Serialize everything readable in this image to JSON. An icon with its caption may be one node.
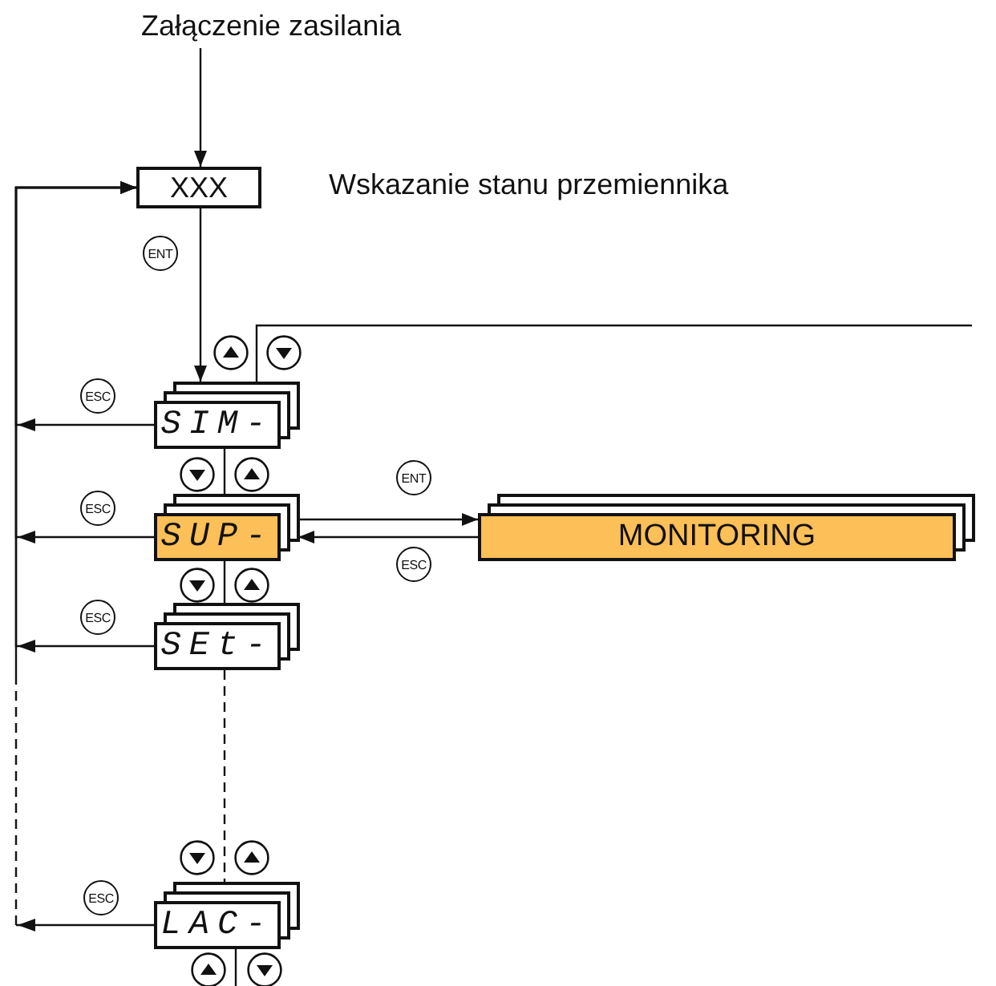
{
  "diagram": {
    "nodes": [
      {
        "text": [
          "Załączenie zasilania"
        ]
      },
      {
        "text": [
          "XXX"
        ],
        "beside": [
          "Wskazanie stanu przemiennika"
        ]
      },
      {
        "text": [
          "SIM-"
        ]
      },
      {
        "text": [
          "SUP-"
        ]
      },
      {
        "text": [
          "MONITORING"
        ]
      },
      {
        "text": [
          "SEt-"
        ]
      },
      {
        "text": [
          "LAC-"
        ]
      }
    ],
    "edges": [
      {
        "from": 0,
        "to": 1,
        "arrow": "to"
      },
      {
        "from": 1,
        "to": 2,
        "arrow": "to",
        "label": "ENT"
      },
      {
        "from": 2,
        "to": 3,
        "arrow": "none"
      },
      {
        "from": 3,
        "to": 5,
        "arrow": "none"
      },
      {
        "from": 5,
        "to": 6,
        "arrow": "none",
        "style": "dashed"
      },
      {
        "from": 2,
        "to": null,
        "arrow": "none"
      },
      {
        "from": 6,
        "to": null,
        "arrow": "none"
      },
      {
        "from": 3,
        "to": 4,
        "arrow": "to",
        "label": "ENT"
      },
      {
        "from": 4,
        "to": 3,
        "arrow": "to",
        "label": "ESC"
      },
      {
        "from": 2,
        "to": 1,
        "arrow": "to",
        "label": "ESC"
      },
      {
        "from": 3,
        "to": 1,
        "arrow": "to",
        "label": "ESC"
      },
      {
        "from": 5,
        "to": 1,
        "arrow": "to",
        "label": "ESC"
      },
      {
        "from": 6,
        "to": 1,
        "arrow": "to",
        "label": "ESC",
        "style": "dashed"
      }
    ]
  }
}
